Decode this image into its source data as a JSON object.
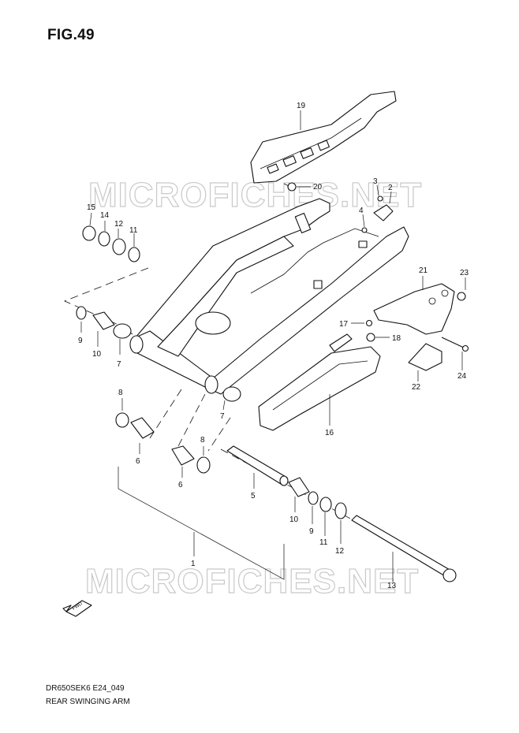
{
  "figure": {
    "title": "FIG.49",
    "code": "DR650SEK6 E24_049",
    "name": "REAR SWINGING ARM"
  },
  "watermark": {
    "text": "MICROFICHES.NET"
  },
  "fwd_label": "FWD",
  "callouts": {
    "c1": "1",
    "c2": "2",
    "c3": "3",
    "c4": "4",
    "c5": "5",
    "c6a": "6",
    "c6b": "6",
    "c7a": "7",
    "c7b": "7",
    "c8a": "8",
    "c8b": "8",
    "c9a": "9",
    "c9b": "9",
    "c10a": "10",
    "c10b": "10",
    "c11a": "11",
    "c11b": "11",
    "c12a": "12",
    "c12b": "12",
    "c13": "13",
    "c14": "14",
    "c15": "15",
    "c16": "16",
    "c17": "17",
    "c18": "18",
    "c19": "19",
    "c20": "20",
    "c21": "21",
    "c22": "22",
    "c23": "23",
    "c24": "24"
  }
}
